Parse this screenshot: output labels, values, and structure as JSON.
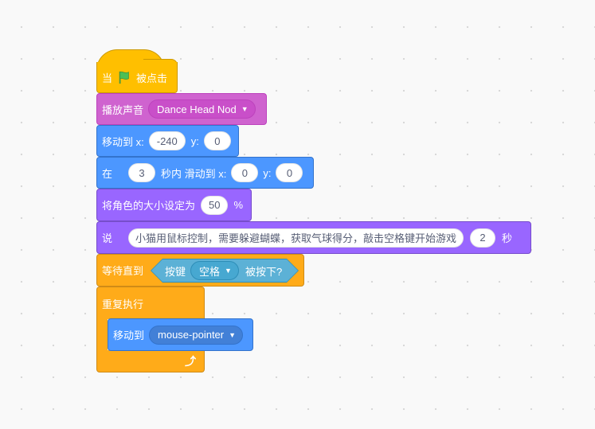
{
  "blocks": {
    "when_flag": {
      "before": "当",
      "after": "被点击",
      "flag_icon": "green-flag-icon"
    },
    "play_sound": {
      "label": "播放声音",
      "sound": "Dance Head Nod"
    },
    "goto_xy": {
      "label": "移动到 x:",
      "x": "-240",
      "ylabel": "y:",
      "y": "0"
    },
    "glide": {
      "label_in": "在",
      "secs": "3",
      "label_mid": "秒内 滑动到 x:",
      "x": "0",
      "ylabel": "y:",
      "y": "0"
    },
    "set_size": {
      "label": "将角色的大小设定为",
      "value": "50",
      "unit": "%"
    },
    "say": {
      "label": "说",
      "message": "小猫用鼠标控制，需要躲避蝴蝶，获取气球得分，敲击空格键开始游戏",
      "secs": "2",
      "unit": "秒"
    },
    "wait_until": {
      "label": "等待直到",
      "key_label": "按键",
      "key": "空格",
      "pressed": "被按下?"
    },
    "forever": {
      "label": "重复执行",
      "loop_icon": "loop-arrow-icon"
    },
    "goto_target": {
      "label": "移动到",
      "target": "mouse-pointer"
    }
  },
  "colors": {
    "events": "#ffbf00",
    "sound": "#cf63cf",
    "motion": "#4c97ff",
    "looks": "#9966ff",
    "control": "#ffab19",
    "sensing": "#5cb1d6"
  }
}
